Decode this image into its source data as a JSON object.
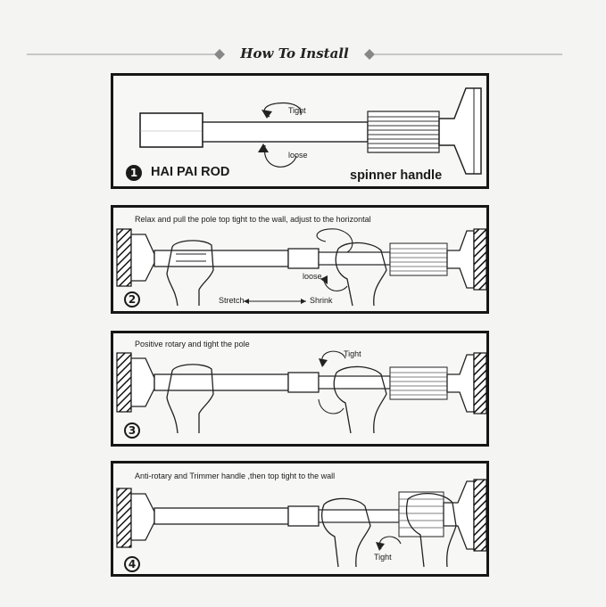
{
  "header": {
    "title": "How To Install"
  },
  "steps": [
    {
      "number": "1",
      "labels": {
        "tight": "Tight",
        "loose": "loose",
        "rod": "HAI PAI ROD",
        "handle": "spinner handle"
      }
    },
    {
      "number": "2",
      "caption": "Relax and pull the pole top tight to the wall, adjust to the horizontal",
      "labels": {
        "loose": "loose",
        "stretch": "Stretch",
        "shrink": "Shrink"
      }
    },
    {
      "number": "3",
      "caption": "Positive rotary and tight the pole",
      "labels": {
        "tight": "Tight"
      }
    },
    {
      "number": "4",
      "caption": "Anti-rotary and Trimmer handle ,then top tight to the wall",
      "labels": {
        "tight": "Tight"
      }
    }
  ]
}
